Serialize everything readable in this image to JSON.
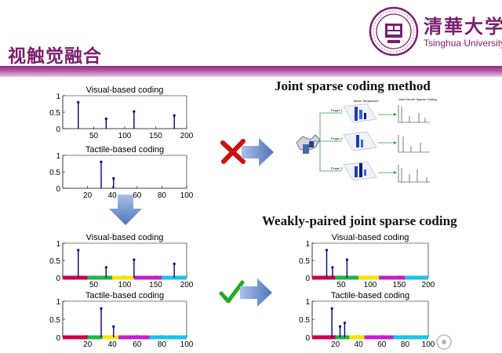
{
  "slide": {
    "title": "视触觉融合",
    "university_cn": "清華大学",
    "university_en": "Tsinghua University",
    "joint_method_title": "Joint sparse coding method",
    "weakly_method_title": "Weakly-paired joint sparse coding",
    "diagram_labels": {
      "tactile_sequences": "Tactile Sequences",
      "joint_kernel": "Joint Kernel Sparse Coding",
      "finger1": "Finger 1",
      "finger2": "Finger 2",
      "finger3": "Finger 3"
    },
    "colors": {
      "title": "#7a1f6e",
      "stem": "#00008b",
      "wrong": "#cc1111",
      "right": "#22aa22",
      "arrow": "#5b7fc4"
    }
  },
  "chart_data": [
    {
      "id": "tl-visual",
      "type": "stem",
      "title": "Visual-based coding",
      "x": [
        25,
        70,
        115,
        180
      ],
      "y": [
        0.8,
        0.3,
        0.52,
        0.4
      ],
      "xlim": [
        0,
        200
      ],
      "ylim": [
        0,
        1
      ],
      "xticks": [
        50,
        100,
        150,
        200
      ],
      "yticks": [
        0,
        0.5,
        1
      ]
    },
    {
      "id": "tl-tactile",
      "type": "stem",
      "title": "Tactile-based coding",
      "x": [
        31,
        41
      ],
      "y": [
        0.8,
        0.3
      ],
      "xlim": [
        0,
        100
      ],
      "ylim": [
        0,
        1
      ],
      "xticks": [
        20,
        40,
        60,
        80,
        100
      ],
      "yticks": [
        0,
        0.5,
        1
      ]
    },
    {
      "id": "bl-visual",
      "type": "stem",
      "title": "Visual-based coding",
      "x": [
        25,
        70,
        115,
        180
      ],
      "y": [
        0.8,
        0.3,
        0.52,
        0.4
      ],
      "xlim": [
        0,
        200
      ],
      "ylim": [
        0,
        1
      ],
      "xticks": [
        50,
        100,
        150,
        200
      ],
      "yticks": [
        0,
        0.5,
        1
      ],
      "segments": [
        [
          0,
          40
        ],
        [
          40,
          80
        ],
        [
          80,
          115
        ],
        [
          115,
          160
        ],
        [
          160,
          200
        ]
      ]
    },
    {
      "id": "bl-tactile",
      "type": "stem",
      "title": "Tactile-based coding",
      "x": [
        31,
        41
      ],
      "y": [
        0.8,
        0.3
      ],
      "xlim": [
        0,
        100
      ],
      "ylim": [
        0,
        1
      ],
      "xticks": [
        20,
        40,
        60,
        80,
        100
      ],
      "yticks": [
        0,
        0.5,
        1
      ],
      "segments": [
        [
          0,
          20
        ],
        [
          20,
          32
        ],
        [
          32,
          45
        ],
        [
          45,
          70
        ],
        [
          70,
          100
        ]
      ]
    },
    {
      "id": "br-visual",
      "type": "stem",
      "title": "Visual-based coding",
      "x": [
        25,
        35,
        60
      ],
      "y": [
        0.8,
        0.3,
        0.52
      ],
      "xlim": [
        0,
        200
      ],
      "ylim": [
        0,
        1
      ],
      "xticks": [
        50,
        100,
        150,
        200
      ],
      "yticks": [
        0,
        0.5,
        1
      ],
      "segments": [
        [
          0,
          40
        ],
        [
          40,
          80
        ],
        [
          80,
          115
        ],
        [
          115,
          160
        ],
        [
          160,
          200
        ]
      ]
    },
    {
      "id": "br-tactile",
      "type": "stem",
      "title": "Tactile-based coding",
      "x": [
        17,
        24,
        28
      ],
      "y": [
        0.8,
        0.3,
        0.4
      ],
      "xlim": [
        0,
        100
      ],
      "ylim": [
        0,
        1
      ],
      "xticks": [
        20,
        40,
        60,
        80,
        100
      ],
      "yticks": [
        0,
        0.5,
        1
      ],
      "segments": [
        [
          0,
          20
        ],
        [
          20,
          32
        ],
        [
          32,
          45
        ],
        [
          45,
          70
        ],
        [
          70,
          100
        ]
      ]
    }
  ]
}
